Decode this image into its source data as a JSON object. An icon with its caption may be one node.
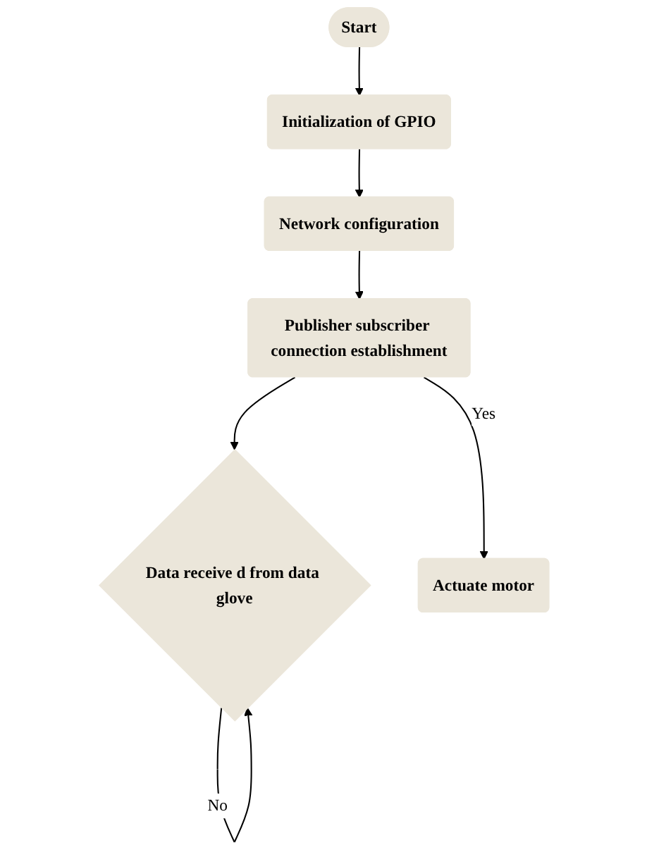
{
  "diagram": {
    "nodes": [
      {
        "text": [
          "Start"
        ]
      },
      {
        "text": [
          "Initialization of GPIO"
        ]
      },
      {
        "text": [
          "Network configuration"
        ]
      },
      {
        "text": [
          "Publisher subscriber connection establishment"
        ]
      },
      {
        "text": [
          "Data receive d from data glove"
        ]
      },
      {
        "text": [
          "Actuate motor"
        ]
      }
    ],
    "edges": [
      {
        "from": 0,
        "to": 1,
        "arrow": "to"
      },
      {
        "from": 1,
        "to": 2,
        "arrow": "to"
      },
      {
        "from": 2,
        "to": 3,
        "arrow": "to"
      },
      {
        "from": 3,
        "to": 4,
        "arrow": "to"
      },
      {
        "from": 4,
        "to": 4,
        "arrow": "to",
        "label": "No"
      },
      {
        "from": 3,
        "to": 5,
        "arrow": "to",
        "label": "Yes"
      }
    ]
  }
}
